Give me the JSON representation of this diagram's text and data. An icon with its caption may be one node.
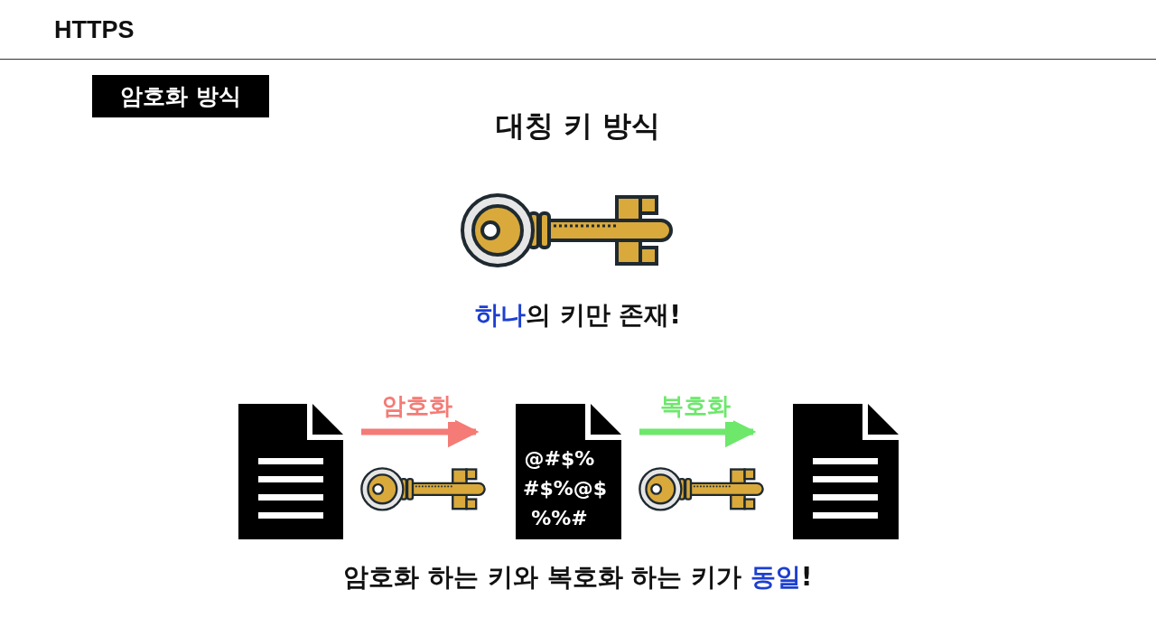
{
  "diagram": {
    "title": "HTTPS",
    "nodes": [
      {
        "text": [],
        "shape": "document"
      },
      {
        "text": [
          "@#$% #$%@$ %%#"
        ]
      },
      {
        "text": [],
        "shape": "document"
      }
    ],
    "edges": [
      {
        "from": 0,
        "to": 1,
        "arrow": "to",
        "label": "암호화",
        "color": "#f47b76"
      },
      {
        "from": 1,
        "to": 2,
        "arrow": "to",
        "label": "복호화",
        "color": "#6de86b"
      }
    ],
    "labels": [
      "암호화 방식",
      "대칭 키 방식",
      "**하나**의 키만 존재!",
      "암호화 하는 키와 복호화 하는 키가 **동일**!"
    ]
  }
}
